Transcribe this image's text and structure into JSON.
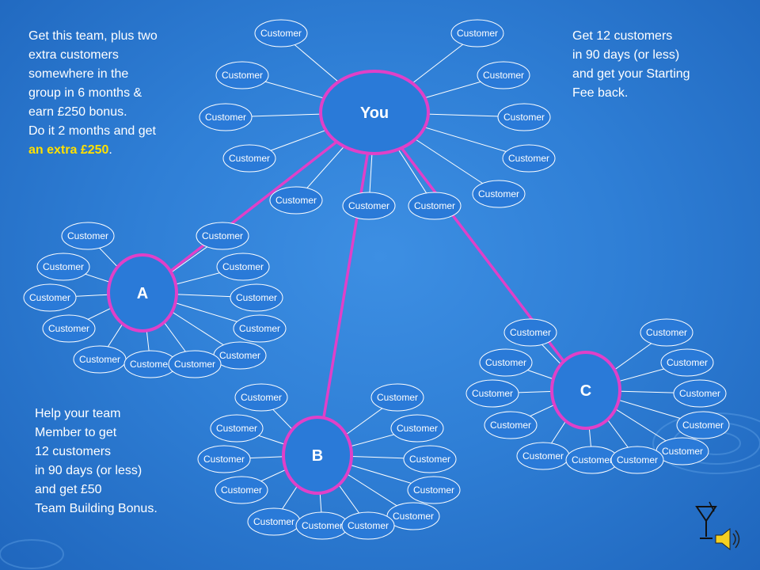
{
  "notes": {
    "bonus": {
      "lines": [
        "Get this team, plus two",
        "extra customers",
        "somewhere in the",
        "group in 6 months &",
        "earn £250 bonus.",
        "Do it 2 months and get"
      ],
      "highlight": "an extra £250",
      "suffix": "."
    },
    "fee_back": {
      "lines": [
        "Get 12 customers",
        "in 90 days (or less)",
        "and get your Starting",
        "Fee back."
      ]
    },
    "team_bonus": {
      "lines": [
        "Help your team",
        "Member to get",
        "12 customers",
        "in 90 days (or less)",
        "and get £50",
        "Team Building Bonus."
      ]
    }
  },
  "hubs": [
    {
      "id": "you",
      "label": "You"
    },
    {
      "id": "a",
      "label": "A"
    },
    {
      "id": "b",
      "label": "B"
    },
    {
      "id": "c",
      "label": "C"
    }
  ],
  "customer_label": "Customer",
  "colors": {
    "background": "#2f7fd6",
    "hub_fill": "#2a7ad8",
    "hub_border": "#e040c8",
    "link": "#e040c8",
    "spoke": "#ffffff",
    "customer_border": "#ffffff",
    "text": "#ffffff",
    "highlight": "#ffe000"
  },
  "icons": [
    "martini-glass-icon",
    "speaker-icon"
  ]
}
